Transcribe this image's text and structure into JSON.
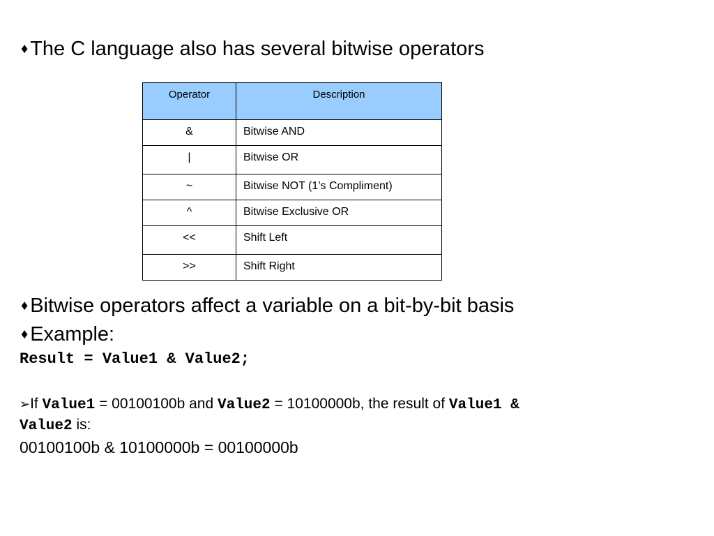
{
  "bullets": {
    "intro": "The C language also has several bitwise operators",
    "effect": "Bitwise operators affect a variable on a bit-by-bit basis",
    "example": "Example:"
  },
  "table": {
    "headers": [
      "Operator",
      "Description"
    ],
    "rows": [
      {
        "op": "&",
        "desc": "Bitwise AND"
      },
      {
        "op": "|",
        "desc": "Bitwise OR"
      },
      {
        "op": "~",
        "desc": "Bitwise NOT (1’s Compliment)"
      },
      {
        "op": "^",
        "desc": "Bitwise  Exclusive OR"
      },
      {
        "op": "<<",
        "desc": "Shift Left"
      },
      {
        "op": ">>",
        "desc": "Shift Right"
      }
    ]
  },
  "code_line": "Result = Value1 & Value2;",
  "explanation": {
    "if_word": "If",
    "var1": "Value1",
    "eq1": " = 00100100b and ",
    "var2": "Value2",
    "eq2": " = 10100000b, the result of ",
    "var3": "Value1 &",
    "var4": "Value2",
    "is_word": " is:",
    "result": "00100100b & 10100000b = 00100000b"
  }
}
